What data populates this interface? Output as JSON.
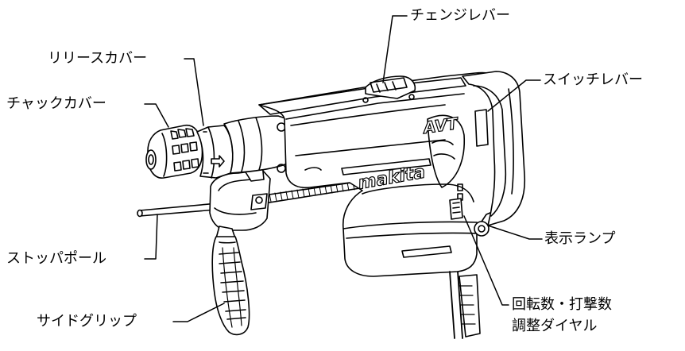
{
  "labels": {
    "change_lever": "チェンジレバー",
    "release_cover": "リリースカバー",
    "chuck_cover": "チャックカバー",
    "switch_lever": "スイッチレバー",
    "stop_pole": "ストッパポール",
    "indicator_lamp": "表示ランプ",
    "side_grip": "サイドグリップ",
    "speed_dial_line1": "回転数・打撃数",
    "speed_dial_line2": "調整ダイヤル"
  },
  "brand": {
    "logo_text": "makita",
    "model_badge": "AVT"
  }
}
